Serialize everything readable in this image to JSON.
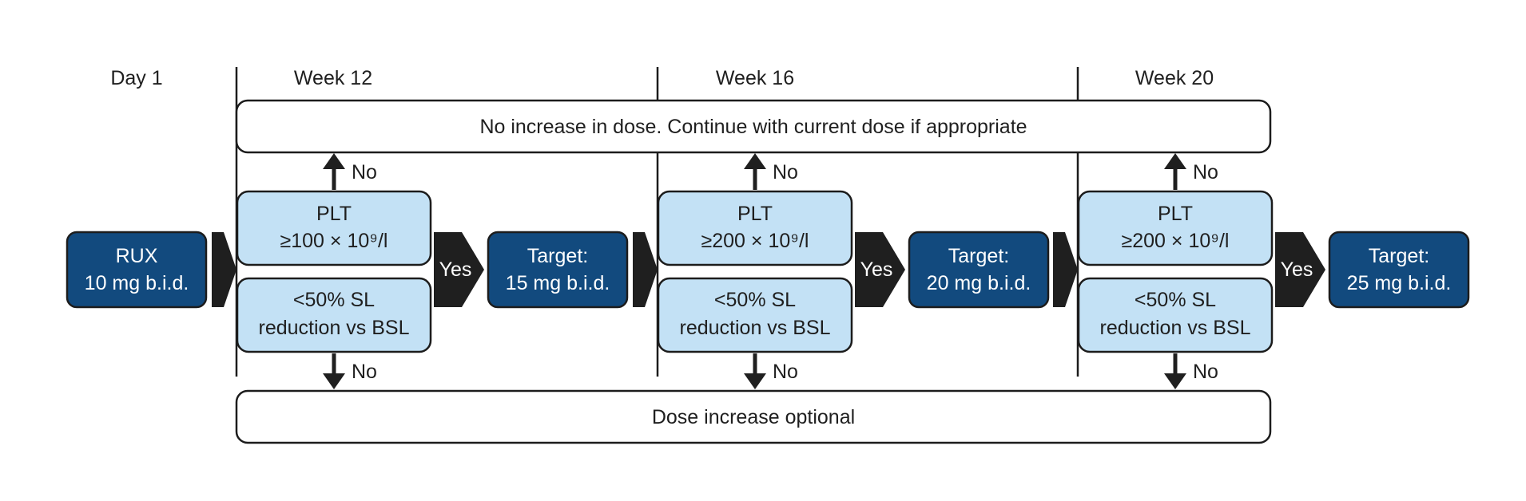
{
  "time_points": [
    "Day 1",
    "Week 12",
    "Week 16",
    "Week 20"
  ],
  "top_box": "No increase in dose. Continue with current dose if appropriate",
  "bottom_box": "Dose increase optional",
  "start": {
    "line1": "RUX",
    "line2": "10 mg b.i.d."
  },
  "steps": [
    {
      "plt": {
        "line1": "PLT",
        "line2": "≥100 × 10⁹/l"
      },
      "sl": {
        "line1": "<50% SL",
        "line2": "reduction vs BSL"
      },
      "no_up": "No",
      "no_down": "No",
      "yes": "Yes",
      "target": {
        "line1": "Target:",
        "line2": "15 mg b.i.d."
      }
    },
    {
      "plt": {
        "line1": "PLT",
        "line2": "≥200 × 10⁹/l"
      },
      "sl": {
        "line1": "<50% SL",
        "line2": "reduction vs BSL"
      },
      "no_up": "No",
      "no_down": "No",
      "yes": "Yes",
      "target": {
        "line1": "Target:",
        "line2": "20 mg b.i.d."
      }
    },
    {
      "plt": {
        "line1": "PLT",
        "line2": "≥200 × 10⁹/l"
      },
      "sl": {
        "line1": "<50% SL",
        "line2": "reduction vs BSL"
      },
      "no_up": "No",
      "no_down": "No",
      "yes": "Yes",
      "target": {
        "line1": "Target:",
        "line2": "25 mg b.i.d."
      }
    }
  ],
  "colors": {
    "dark_box": "#124a7e",
    "light_box": "#c3e1f5",
    "arrow": "#1f1f1f"
  }
}
